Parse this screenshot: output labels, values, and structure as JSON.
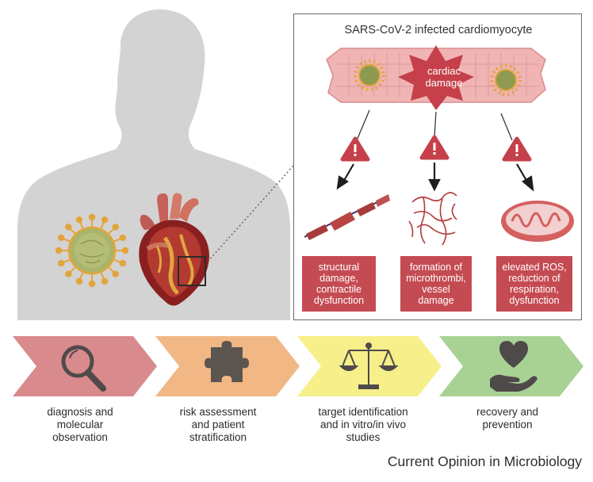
{
  "inset": {
    "title": "SARS-CoV-2 infected cardiomyocyte",
    "center_label": [
      "cardiac",
      "damage"
    ],
    "effects": [
      {
        "lines": [
          "structural",
          "damage,",
          "contractile",
          "dysfunction"
        ],
        "image": "fragmented-fiber"
      },
      {
        "lines": [
          "formation of",
          "microthrombi,",
          "vessel",
          "damage"
        ],
        "image": "microvessel-network"
      },
      {
        "lines": [
          "elevated ROS,",
          "reduction of",
          "respiration,",
          "dysfunction"
        ],
        "image": "mitochondrion"
      }
    ]
  },
  "steps": [
    {
      "lines": [
        "diagnosis and",
        "molecular",
        "observation"
      ],
      "icon": "magnifier-icon",
      "color": "#d98a8c"
    },
    {
      "lines": [
        "risk assessment",
        "and patient",
        "stratification"
      ],
      "icon": "puzzle-icon",
      "color": "#f1b785"
    },
    {
      "lines": [
        "target identification",
        "and in vitro/in vivo",
        "studies"
      ],
      "icon": "scales-icon",
      "color": "#f6ef8a"
    },
    {
      "lines": [
        "recovery and",
        "prevention"
      ],
      "icon": "heart-hand-icon",
      "color": "#a8d294"
    }
  ],
  "footer": "Current Opinion in Microbiology",
  "colors": {
    "silhouette": "#d3d3d3",
    "caption_box": "#c54b52",
    "virus_body": "#a9b46a",
    "virus_spike": "#e2a53a",
    "cell": "#f0b4b4"
  }
}
